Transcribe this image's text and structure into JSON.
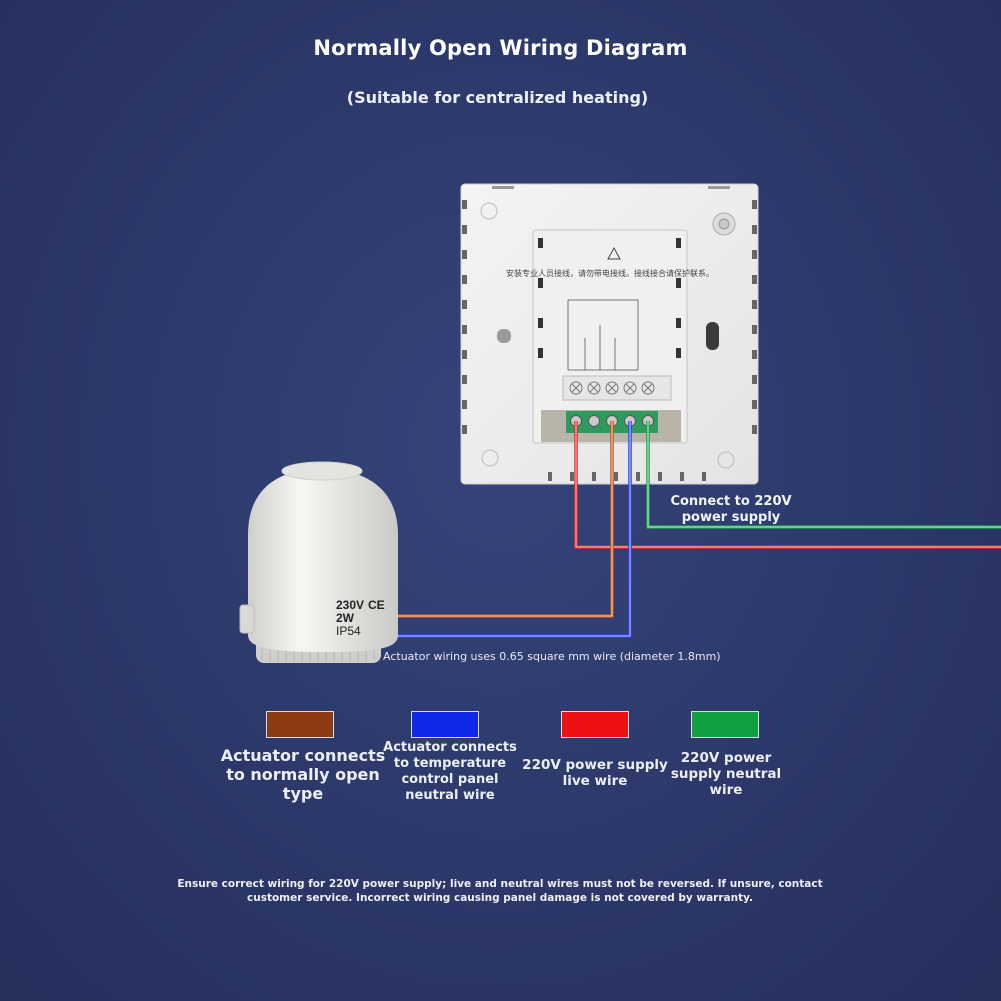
{
  "title": "Normally Open Wiring Diagram",
  "subtitle": "(Suitable for centralized heating)",
  "actuator": {
    "label_voltage": "230V",
    "label_power": "2W",
    "label_ip": "IP54",
    "label_mark": "CE"
  },
  "panel": {
    "warning_text": "安装专业人员接线，请勿带电接线。接线接合请保护联系。"
  },
  "connect_label": "Connect to 220V power supply",
  "wire_note": "Actuator wiring uses 0.65 square mm wire (diameter 1.8mm)",
  "legend": [
    {
      "color": "#8b3a12",
      "label": "Actuator connects to normally open type"
    },
    {
      "color": "#1028e8",
      "label": "Actuator connects to temperature control panel neutral wire"
    },
    {
      "color": "#ee1111",
      "label": "220V power supply live wire"
    },
    {
      "color": "#12a040",
      "label": "220V power supply neutral wire"
    }
  ],
  "footer": "Ensure correct wiring for 220V power supply; live and neutral wires must not be reversed. If unsure, contact customer service. Incorrect wiring causing panel damage is not covered by warranty."
}
